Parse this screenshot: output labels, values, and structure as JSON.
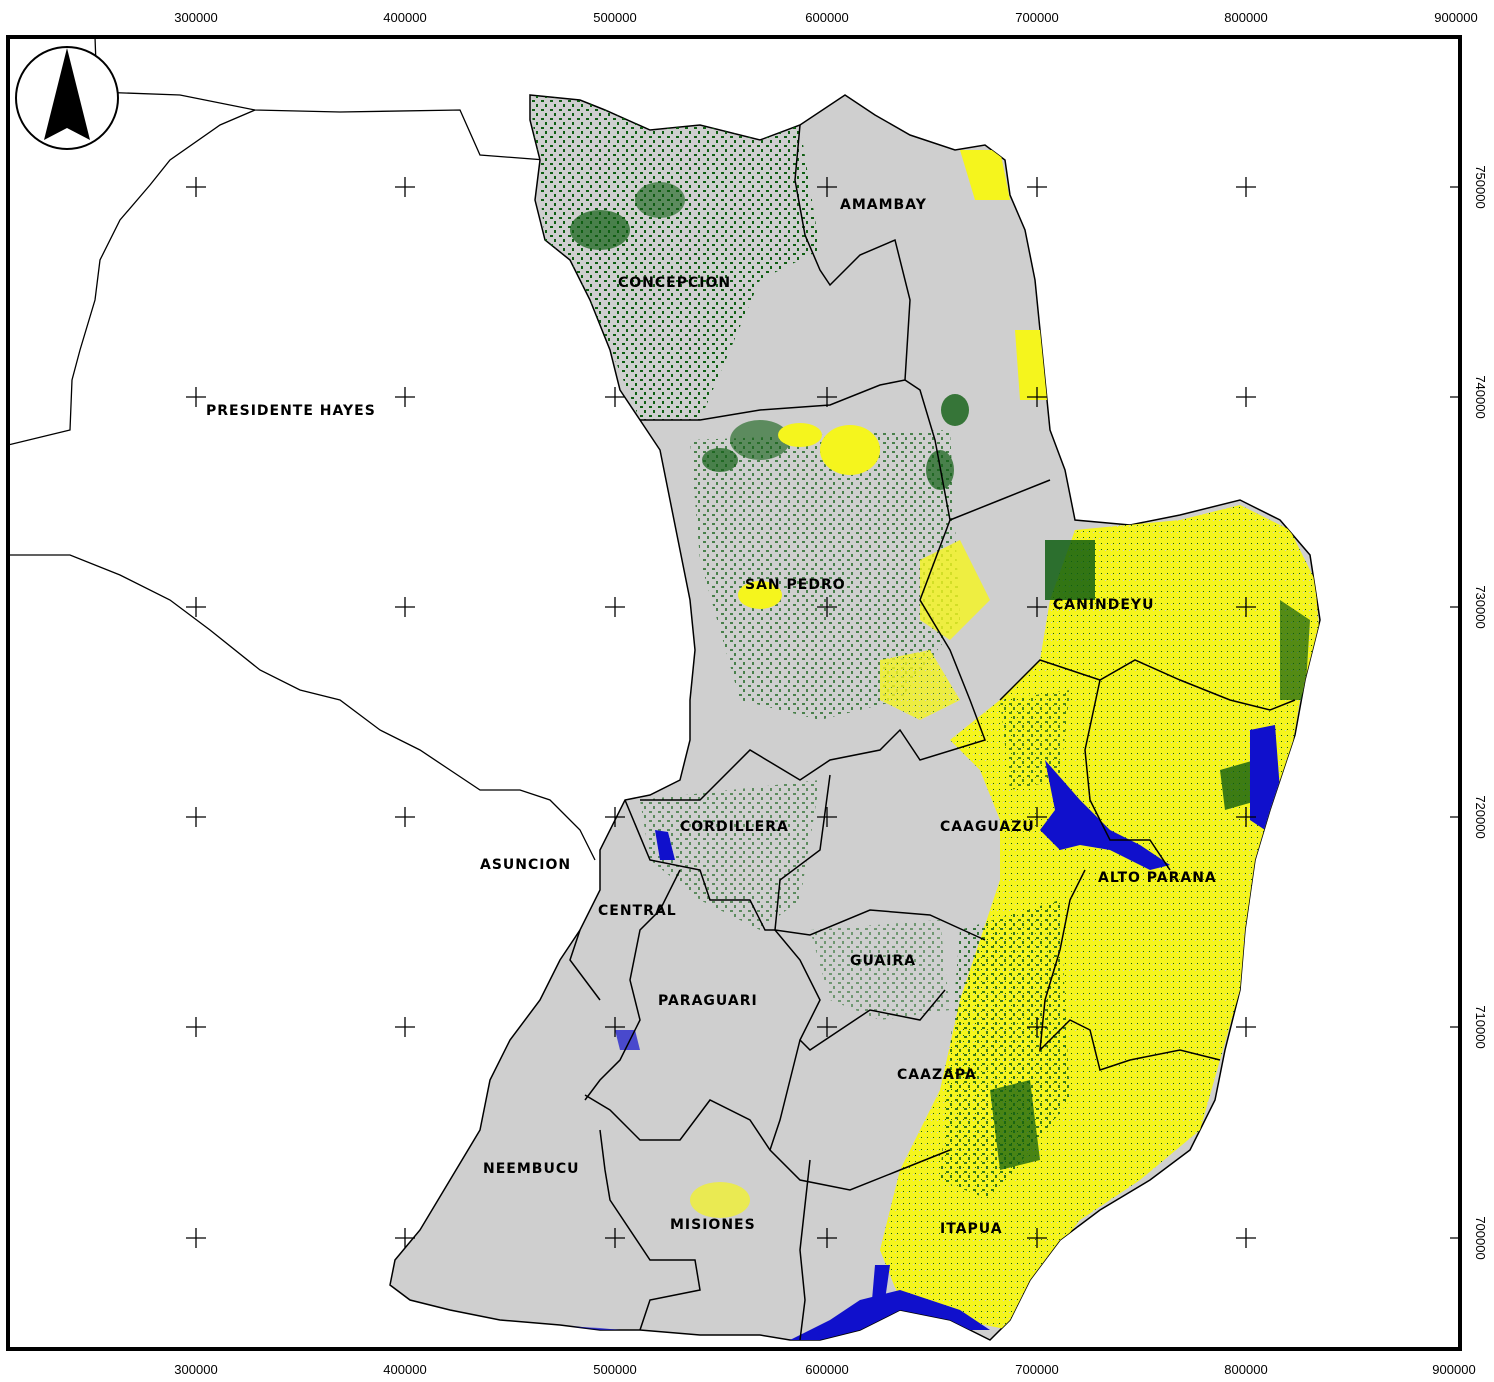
{
  "map": {
    "x_ticks": [
      "300000",
      "400000",
      "500000",
      "600000",
      "700000",
      "800000",
      "900000"
    ],
    "y_ticks": [
      "750000",
      "740000",
      "730000",
      "720000",
      "710000",
      "700000"
    ],
    "departments": {
      "presidente_hayes": "PRESIDENTE HAYES",
      "concepcion": "CONCEPCION",
      "amambay": "AMAMBAY",
      "san_pedro": "SAN PEDRO",
      "canindeyu": "CANINDEYU",
      "cordillera": "CORDILLERA",
      "caaguazu": "CAAGUAZU",
      "asuncion": "ASUNCION",
      "alto_parana": "ALTO PARANA",
      "central": "CENTRAL",
      "guaira": "GUAIRA",
      "paraguari": "PARAGUARI",
      "caazapa": "CAAZAPA",
      "neembucu": "NEEMBUCU",
      "misiones": "MISIONES",
      "itapua": "ITAPUA"
    },
    "colors": {
      "land": "#cfcfcf",
      "forest": "#0f5e12",
      "crops": "#f5f51d",
      "water": "#1010cc",
      "frame": "#000000"
    },
    "icons": {
      "north_arrow": "north-arrow-icon"
    }
  }
}
